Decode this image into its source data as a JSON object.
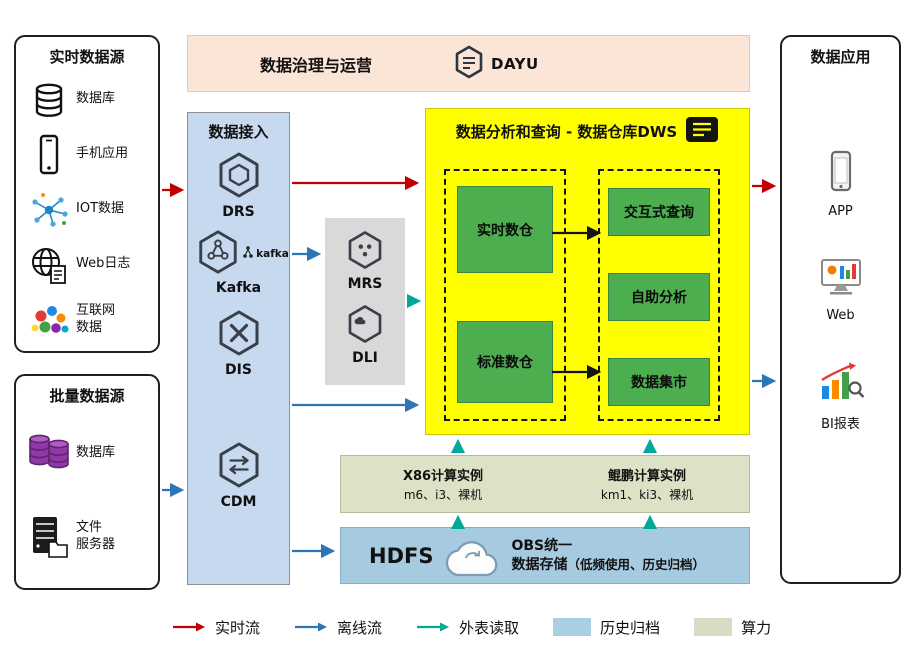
{
  "colors": {
    "realtime_flow": "#c00000",
    "offline_flow": "#2e75b6",
    "external_read": "#00a89a",
    "archive_swatch": "#a9cfe3",
    "compute_swatch": "#d6ddc4",
    "dws_bg": "#ffff00",
    "warehouse_green": "#4cae4f",
    "governance_bg": "#fbe5d6",
    "ingestion_bg": "#c7d9ee",
    "middleware_bg": "#d9d9d9",
    "hdfs_bg": "#a6cbe0",
    "compute_bg": "#dbe2c6"
  },
  "realtime_sources": {
    "title": "实时数据源",
    "items": [
      {
        "label": "数据库",
        "icon": "database-icon"
      },
      {
        "label": "手机应用",
        "icon": "phone-icon"
      },
      {
        "label": "IOT数据",
        "icon": "iot-icon"
      },
      {
        "label": "Web日志",
        "icon": "globe-document-icon"
      },
      {
        "label": "互联网\n数据",
        "icon": "internet-data-icon"
      }
    ]
  },
  "batch_sources": {
    "title": "批量数据源",
    "items": [
      {
        "label": "数据库",
        "icon": "database-purple-icon"
      },
      {
        "label": "文件\n服务器",
        "icon": "file-server-icon"
      }
    ]
  },
  "governance": {
    "title": "数据治理与运营",
    "brand": "DAYU"
  },
  "ingestion": {
    "title": "数据接入",
    "items": [
      {
        "label": "DRS",
        "icon": "drs-hexagon-icon"
      },
      {
        "label": "Kafka",
        "wordmark": "kafka",
        "icon": "kafka-hexagon-icon"
      },
      {
        "label": "DIS",
        "icon": "dis-hexagon-icon"
      },
      {
        "label": "CDM",
        "icon": "cdm-hexagon-icon"
      }
    ]
  },
  "middleware": {
    "items": [
      {
        "label": "MRS",
        "icon": "mrs-hexagon-icon"
      },
      {
        "label": "DLI",
        "icon": "dli-hexagon-icon"
      }
    ]
  },
  "dws": {
    "title": "数据分析和查询 - 数据仓库DWS",
    "warehouses": [
      {
        "label": "实时数仓"
      },
      {
        "label": "标准数仓"
      }
    ],
    "services": [
      {
        "label": "交互式查询"
      },
      {
        "label": "自助分析"
      },
      {
        "label": "数据集市"
      }
    ]
  },
  "compute": {
    "instances": [
      {
        "title": "X86计算实例",
        "subtitle": "m6、i3、裸机"
      },
      {
        "title": "鲲鹏计算实例",
        "subtitle": "km1、ki3、裸机"
      }
    ]
  },
  "storage": {
    "hdfs_label": "HDFS",
    "obs_line1": "OBS统一",
    "obs_line2": "数据存储",
    "obs_note": "（低频使用、历史归档）"
  },
  "applications": {
    "title": "数据应用",
    "items": [
      {
        "label": "APP",
        "icon": "app-phone-icon"
      },
      {
        "label": "Web",
        "icon": "web-monitor-icon"
      },
      {
        "label": "BI报表",
        "icon": "bi-report-icon"
      }
    ]
  },
  "legend": {
    "items": [
      {
        "label": "实时流",
        "type": "arrow",
        "color": "#c00000"
      },
      {
        "label": "离线流",
        "type": "arrow",
        "color": "#2e75b6"
      },
      {
        "label": "外表读取",
        "type": "arrow",
        "color": "#00a89a"
      },
      {
        "label": "历史归档",
        "type": "swatch",
        "color": "#a9cfe3"
      },
      {
        "label": "算力",
        "type": "swatch",
        "color": "#d6ddc4"
      }
    ]
  }
}
